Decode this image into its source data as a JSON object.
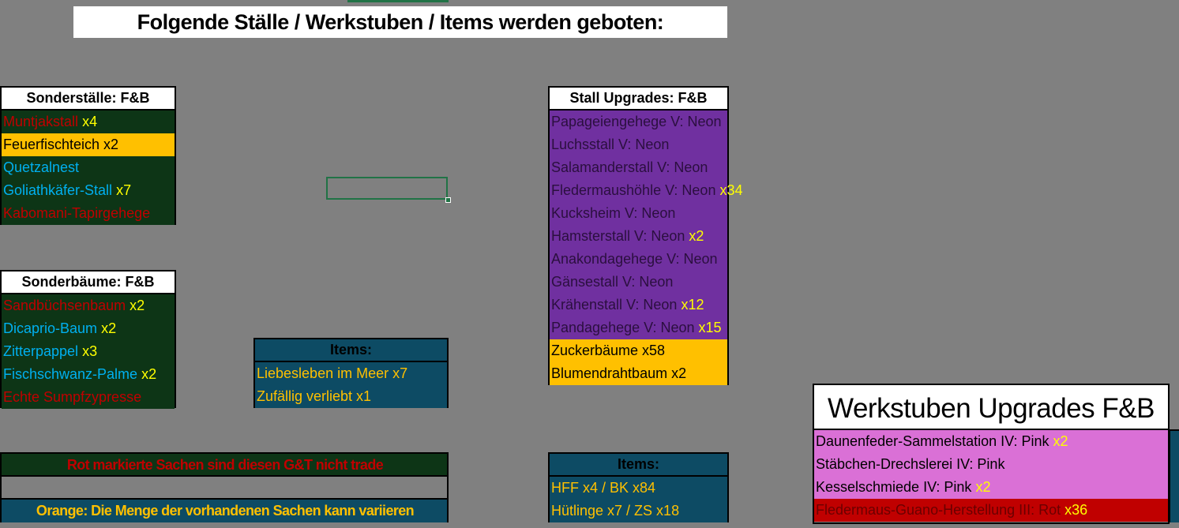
{
  "title": "Folgende Ställe / Werkstuben / Items werden geboten:",
  "sonderstaelle": {
    "header": "Sonderställe:  F&B",
    "items": [
      {
        "name": "Muntjakstall",
        "qty": "x4"
      },
      {
        "name": "Feuerfischteich x2",
        "qty": ""
      },
      {
        "name": "Quetzalnest",
        "qty": ""
      },
      {
        "name": "Goliathkäfer-Stall",
        "qty": "x7"
      },
      {
        "name": "Kabomani-Tapirgehege",
        "qty": ""
      }
    ]
  },
  "sonderbaeume": {
    "header": "Sonderbäume: F&B",
    "items": [
      {
        "name": "Sandbüchsenbaum",
        "qty": "x2"
      },
      {
        "name": "Dicaprio-Baum",
        "qty": "x2"
      },
      {
        "name": "Zitterpappel",
        "qty": "x3"
      },
      {
        "name": "Fischschwanz-Palme",
        "qty": "x2"
      },
      {
        "name": "Echte Sumpfzypresse",
        "qty": ""
      }
    ]
  },
  "items_left": {
    "header": "Items:",
    "items": [
      "Liebesleben im Meer x7",
      "Zufällig verliebt x1"
    ]
  },
  "stall_upgrades": {
    "header": "Stall Upgrades: F&B",
    "items": [
      {
        "name": "Papageiengehege V: Neon",
        "qty": ""
      },
      {
        "name": "Luchsstall V: Neon",
        "qty": ""
      },
      {
        "name": "Salamanderstall V: Neon",
        "qty": ""
      },
      {
        "name": "Fledermaushöhle V: Neon",
        "qty": "x34"
      },
      {
        "name": "Kucksheim V: Neon",
        "qty": ""
      },
      {
        "name": "Hamsterstall V: Neon",
        "qty": "x2"
      },
      {
        "name": "Anakondagehege V: Neon",
        "qty": ""
      },
      {
        "name": "Gänsestall V: Neon",
        "qty": ""
      },
      {
        "name": "Krähenstall V: Neon",
        "qty": "x12"
      },
      {
        "name": "Pandagehege V: Neon",
        "qty": "x15"
      }
    ],
    "orange_items": [
      "Zuckerbäume x58",
      "Blumendrahtbaum x2"
    ]
  },
  "items_mid": {
    "header": "Items:",
    "items": [
      "HFF x4 / BK x84",
      "Hütlinge x7  / ZS x18"
    ]
  },
  "legend": {
    "red_note": "Rot markierte Sachen sind diesen G&T nicht trade",
    "orange_note": "Orange: Die Menge der vorhandenen Sachen kann variieren"
  },
  "werkstuben": {
    "header": "Werkstuben Upgrades F&B",
    "items": [
      {
        "name": "Daunenfeder-Sammelstation IV: Pink",
        "qty": "x2"
      },
      {
        "name": "Stäbchen-Drechslerei IV: Pink",
        "qty": ""
      },
      {
        "name": "Kesselschmiede IV: Pink",
        "qty": "x2"
      },
      {
        "name": "Fledermaus-Guano-Herstellung III: Rot",
        "qty": "x36"
      }
    ]
  },
  "colors": {
    "background": "#808080",
    "dark_green": "#0d3516",
    "purple": "#7030a0",
    "orange": "#ffc000",
    "teal": "#0d4b64",
    "pink": "#da70d6",
    "red": "#c00000",
    "yellow": "#ffff00",
    "blue": "#00b0f0"
  }
}
